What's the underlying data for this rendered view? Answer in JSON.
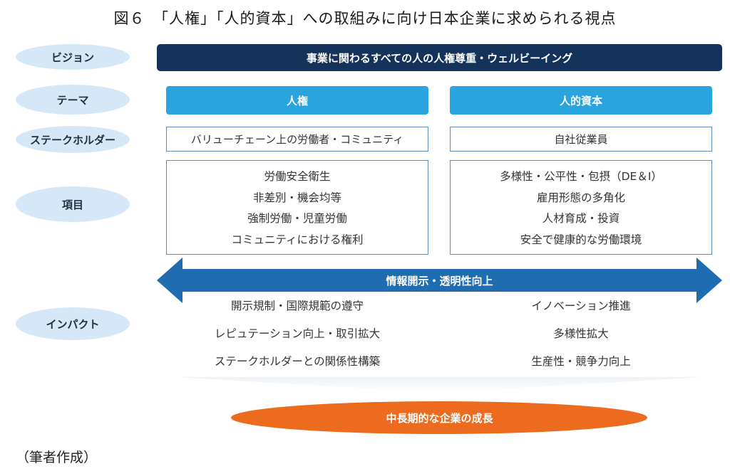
{
  "title": "図６　「人権」「人的資本」への取組みに向け日本企業に求められる視点",
  "labels": {
    "vision": "ビジョン",
    "theme": "テーマ",
    "stakeholder": "ステークホルダー",
    "items": "項目",
    "impact": "インパクト"
  },
  "vision_text": "事業に関わるすべての人の人権尊重・ウェルビーイング",
  "human_rights": {
    "theme": "人権",
    "stakeholder": "バリューチェーン上の労働者・コミュニティ",
    "items": [
      "労働安全衛生",
      "非差別・機会均等",
      "強制労働・児童労働",
      "コミュニティにおける権利"
    ],
    "impacts": [
      "開示規制・国際規範の遵守",
      "レピュテーション向上・取引拡大",
      "ステークホルダーとの関係性構築"
    ]
  },
  "human_capital": {
    "theme": "人的資本",
    "stakeholder": "自社従業員",
    "items": [
      "多様性・公平性・包摂（DE＆I）",
      "雇用形態の多角化",
      "人材育成・投資",
      "安全で健康的な労働環境"
    ],
    "impacts": [
      "イノベーション推進",
      "多様性拡大",
      "生産性・競争力向上"
    ]
  },
  "arrow_text": "情報開示・透明性向上",
  "outcome": "中長期的な企業の成長",
  "note": "（筆者作成）",
  "colors": {
    "navy": "#15325a",
    "blue": "#2aa4df",
    "arrow": "#1f6db0",
    "pill": "#d6e8f7",
    "orange": "#ec6b1f",
    "border": "#5a8fc4"
  }
}
